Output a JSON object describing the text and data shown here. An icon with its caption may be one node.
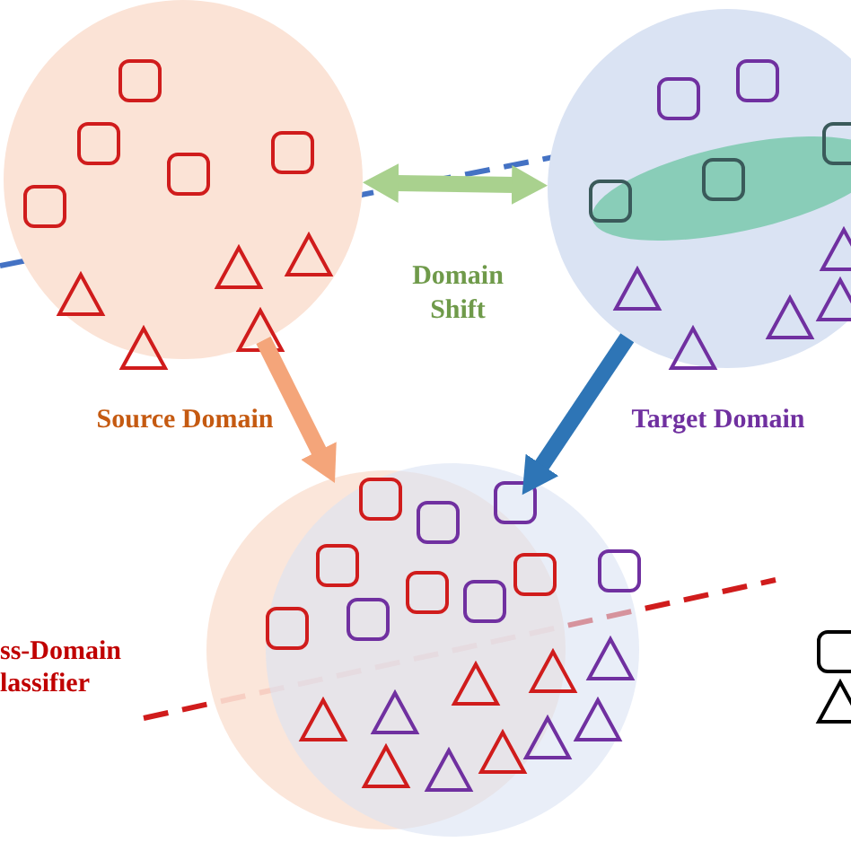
{
  "diagram": {
    "nodes": [
      {
        "text": [
          "Source Domain"
        ]
      },
      {
        "text": [
          "Target Domain"
        ]
      },
      {
        "text": [],
        "shape": "circle"
      }
    ],
    "edges": [
      {
        "from": 0,
        "to": 2,
        "arrow": "to",
        "color": "#f4a57a"
      },
      {
        "from": 1,
        "to": 2,
        "arrow": "to",
        "color": "#2e75b6"
      },
      {
        "from": 0,
        "to": 1,
        "arrow": "both",
        "label": "Domain Shift",
        "color": "#a9d18e"
      }
    ],
    "labels": [
      "ss-Domain lassifier"
    ]
  }
}
